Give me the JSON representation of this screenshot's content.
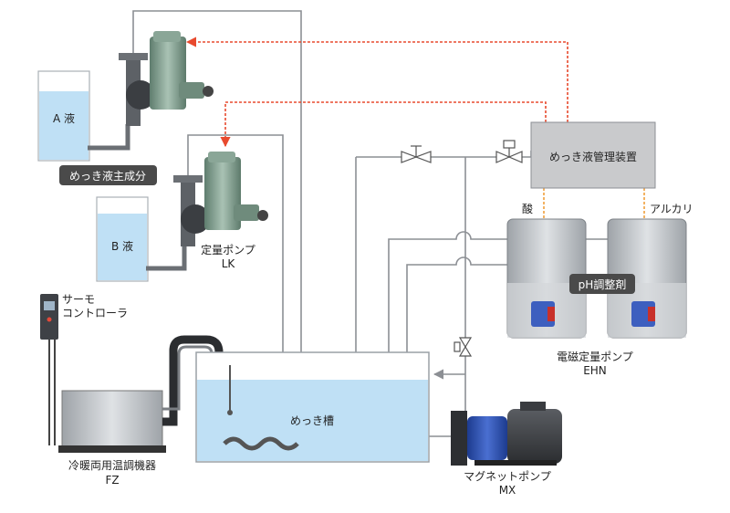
{
  "labels": {
    "tank_a": "A 液",
    "tank_b": "B 液",
    "plating_components": "めっき液主成分",
    "metering_pump_name": "定量ポンプ",
    "metering_pump_model": "LK",
    "thermo_controller_line1": "サーモ",
    "thermo_controller_line2": "コントローラ",
    "temp_unit_name": "冷暖両用温調機器",
    "temp_unit_model": "FZ",
    "plating_bath": "めっき槽",
    "magnet_pump_name": "マグネットポンプ",
    "magnet_pump_model": "MX",
    "controller": "めっき液管理装置",
    "acid": "酸",
    "alkali": "アルカリ",
    "ph_agent": "pH調整剤",
    "em_pump_name": "電磁定量ポンプ",
    "em_pump_model": "EHN"
  },
  "colors": {
    "pipe": "#8c8f94",
    "signal": "#e84a2e",
    "liquid": "#bfe0f5",
    "pump_green": "#7d9a8c",
    "label_bg": "#4a4a4a",
    "controller_bg": "#c9cacc"
  }
}
